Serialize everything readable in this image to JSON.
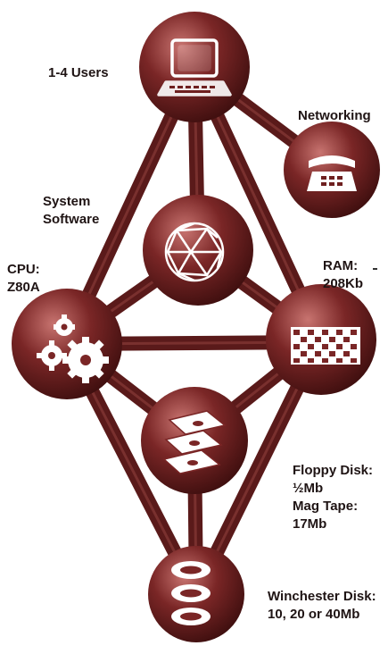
{
  "diagram": {
    "nodes": [
      {
        "id": "users",
        "icon": "computer-terminal-icon",
        "label_lines": [
          "1-4 Users"
        ]
      },
      {
        "id": "networking",
        "icon": "telephone-icon",
        "label_lines": [
          "Networking"
        ]
      },
      {
        "id": "software",
        "icon": "geodesic-sphere-icon",
        "label_lines": [
          "System",
          "Software"
        ]
      },
      {
        "id": "cpu",
        "icon": "gears-icon",
        "label_lines": [
          "CPU:",
          "Z80A"
        ]
      },
      {
        "id": "ram",
        "icon": "memory-chip-icon",
        "label_lines": [
          "RAM:",
          "208Kb"
        ]
      },
      {
        "id": "floppy",
        "icon": "floppy-disks-icon",
        "label_lines": [
          "Floppy Disk:",
          "½Mb",
          "Mag Tape:",
          "17Mb"
        ]
      },
      {
        "id": "winchester",
        "icon": "hard-disk-platters-icon",
        "label_lines": [
          "Winchester Disk:",
          "10, 20 or 40Mb"
        ]
      }
    ],
    "colors": {
      "sphere_light": "#b9605c",
      "sphere_mid": "#6e2020",
      "sphere_dark": "#3a0d0d",
      "connector": "#5a1818",
      "connector_highlight": "#9a4a48",
      "icon": "#ffffff",
      "label_text": "#1f1414"
    }
  }
}
